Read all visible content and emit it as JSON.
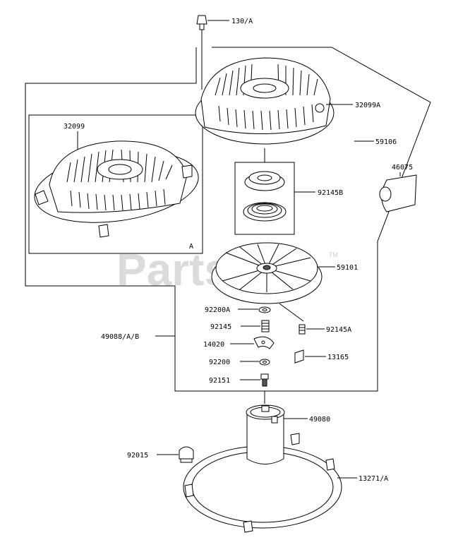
{
  "watermark": {
    "text": "PartsTree",
    "tm": "TM"
  },
  "inset": {
    "label": "A",
    "part": "32099"
  },
  "callouts": [
    {
      "id": "c-130a",
      "text": "130/A"
    },
    {
      "id": "c-32099a",
      "text": "32099A"
    },
    {
      "id": "c-59106",
      "text": "59106"
    },
    {
      "id": "c-46075",
      "text": "46075"
    },
    {
      "id": "c-92145b",
      "text": "92145B"
    },
    {
      "id": "c-59101",
      "text": "59101"
    },
    {
      "id": "c-92200a",
      "text": "92200A"
    },
    {
      "id": "c-92145",
      "text": "92145"
    },
    {
      "id": "c-92145a",
      "text": "92145A"
    },
    {
      "id": "c-49088",
      "text": "49088/A/B"
    },
    {
      "id": "c-14020",
      "text": "14020"
    },
    {
      "id": "c-13165",
      "text": "13165"
    },
    {
      "id": "c-92200",
      "text": "92200"
    },
    {
      "id": "c-92151",
      "text": "92151"
    },
    {
      "id": "c-49080",
      "text": "49080"
    },
    {
      "id": "c-92015",
      "text": "92015"
    },
    {
      "id": "c-13271a",
      "text": "13271/A"
    }
  ]
}
